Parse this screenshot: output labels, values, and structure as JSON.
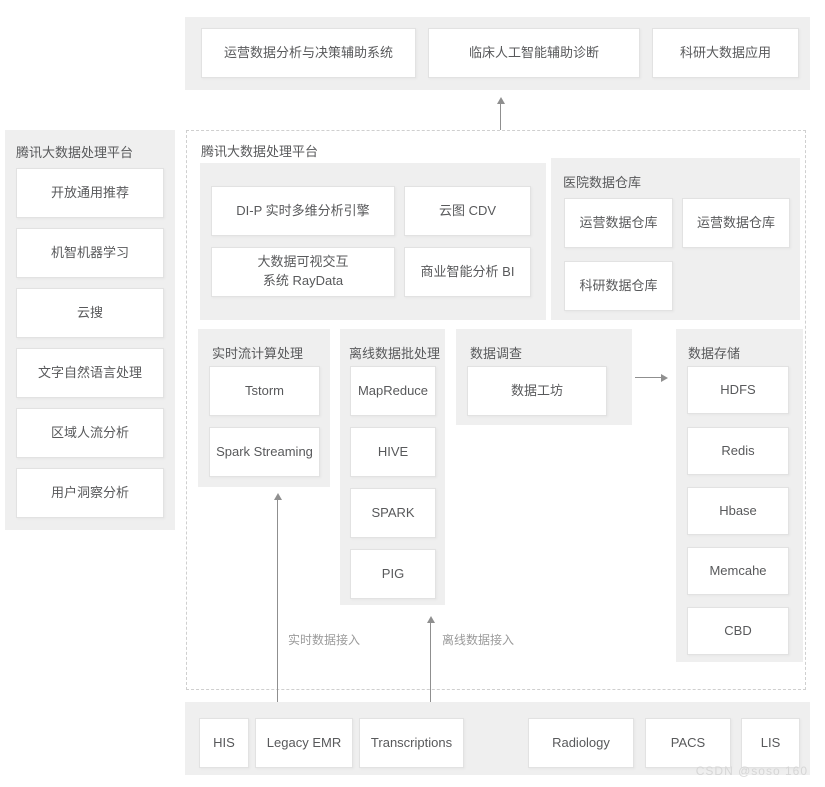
{
  "colors": {
    "panel_bg": "#efefef",
    "box_border": "#e2e2e2",
    "text": "#58595b",
    "dashed_border": "#cfcfcf",
    "arrow": "#8f8f8f",
    "muted_text": "#9b9b9b",
    "watermark": "#d6d6d6"
  },
  "applications": {
    "items": [
      "运营数据分析与决策辅助系统",
      "临床人工智能辅助诊断",
      "科研大数据应用"
    ]
  },
  "sidebar": {
    "title": "腾讯大数据处理平台",
    "items": [
      "开放通用推荐",
      "机智机器学习",
      "云搜",
      "文字自然语言处理",
      "区域人流分析",
      "用户洞察分析"
    ]
  },
  "platform": {
    "title": "腾讯大数据处理平台",
    "analysis_tools": {
      "items": [
        "DI-P 实时多维分析引擎",
        "云图 CDV",
        "大数据可视交互\n系统 RayData",
        "商业智能分析 BI"
      ]
    },
    "hospital_warehouse": {
      "title": "医院数据仓库",
      "items": [
        "运营数据仓库",
        "运营数据仓库",
        "科研数据仓库"
      ]
    },
    "realtime_stream": {
      "title": "实时流计算处理",
      "items": [
        "Tstorm",
        "Spark Streaming"
      ]
    },
    "offline_batch": {
      "title": "离线数据批处理",
      "items": [
        "MapReduce",
        "HIVE",
        "SPARK",
        "PIG"
      ]
    },
    "data_survey": {
      "title": "数据调查",
      "items": [
        "数据工坊"
      ]
    },
    "data_storage": {
      "title": "数据存储",
      "items": [
        "HDFS",
        "Redis",
        "Hbase",
        "Memcahe",
        "CBD"
      ]
    },
    "ingest": {
      "realtime_label": "实时数据接入",
      "offline_label": "离线数据接入"
    }
  },
  "data_sources": {
    "items": [
      "HIS",
      "Legacy EMR",
      "Transcriptions",
      "Radiology",
      "PACS",
      "LIS"
    ]
  },
  "watermark": "CSDN @soso 160"
}
